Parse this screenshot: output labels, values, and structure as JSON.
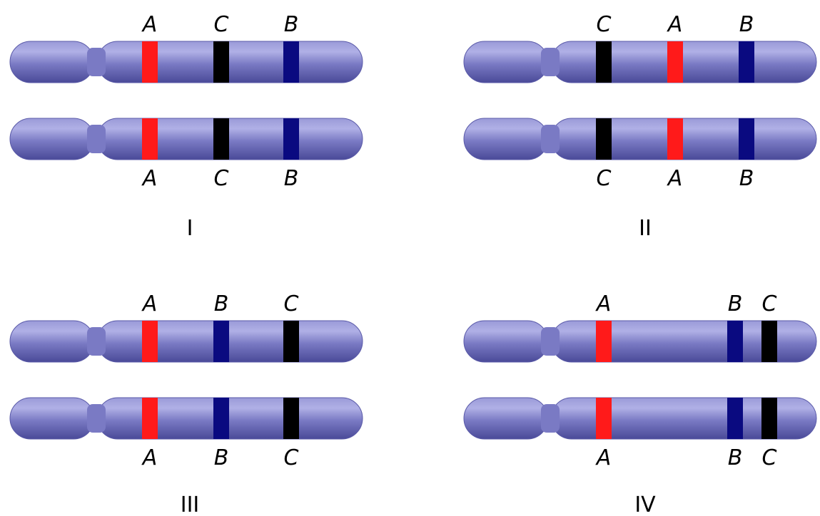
{
  "colors": {
    "chromosome": "#7373bf",
    "chromosome_highlight": "#b4b4ea",
    "chromosome_shadow": "#3d3d8c",
    "A": "#ff1a1a",
    "B": "#0a0a80",
    "C": "#000000"
  },
  "panels": [
    {
      "label": "I",
      "genes": [
        {
          "name": "A",
          "color": "#ff1a1a"
        },
        {
          "name": "C",
          "color": "#000000"
        },
        {
          "name": "B",
          "color": "#0a0a80"
        }
      ]
    },
    {
      "label": "II",
      "genes": [
        {
          "name": "C",
          "color": "#000000"
        },
        {
          "name": "A",
          "color": "#ff1a1a"
        },
        {
          "name": "B",
          "color": "#0a0a80"
        }
      ]
    },
    {
      "label": "III",
      "genes": [
        {
          "name": "A",
          "color": "#ff1a1a"
        },
        {
          "name": "B",
          "color": "#0a0a80"
        },
        {
          "name": "C",
          "color": "#000000"
        }
      ]
    },
    {
      "label": "IV",
      "genes": [
        {
          "name": "A",
          "color": "#ff1a1a"
        },
        {
          "name": "B",
          "color": "#0a0a80"
        },
        {
          "name": "C",
          "color": "#000000"
        }
      ]
    }
  ]
}
